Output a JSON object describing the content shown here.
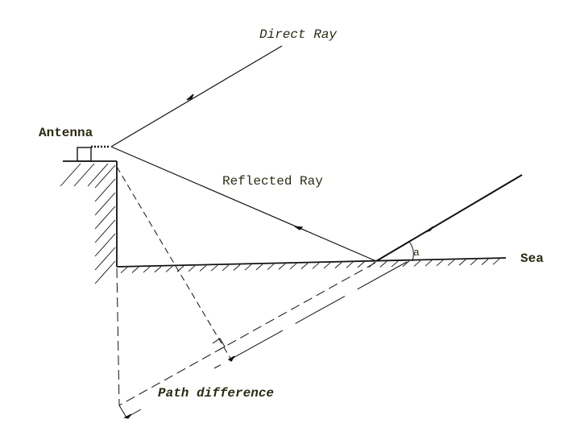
{
  "labels": {
    "direct_ray": "Direct Ray",
    "antenna": "Antenna",
    "reflected_ray": "Reflected Ray",
    "sea": "Sea",
    "angle": "a",
    "path_difference": "Path difference"
  },
  "colors": {
    "line": "#111111",
    "text": "#2b2b12"
  }
}
